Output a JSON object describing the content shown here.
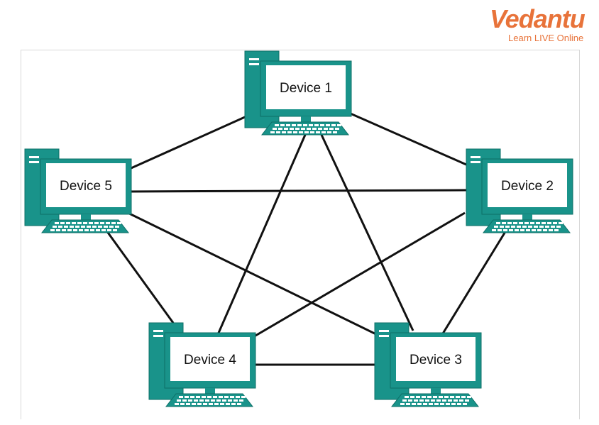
{
  "brand": {
    "name": "Vedantu",
    "tagline": "Learn LIVE Online",
    "color": "#e8733a"
  },
  "colors": {
    "computer": "#19938a",
    "computer_dark": "#0d6f67",
    "screen": "#ffffff",
    "link": "#111111"
  },
  "devices": [
    {
      "id": "d1",
      "label": "Device 1",
      "icon": "desktop-computer-icon"
    },
    {
      "id": "d2",
      "label": "Device 2",
      "icon": "desktop-computer-icon"
    },
    {
      "id": "d3",
      "label": "Device 3",
      "icon": "desktop-computer-icon"
    },
    {
      "id": "d4",
      "label": "Device 4",
      "icon": "desktop-computer-icon"
    },
    {
      "id": "d5",
      "label": "Device 5",
      "icon": "desktop-computer-icon"
    }
  ],
  "links": [
    [
      "d1",
      "d2"
    ],
    [
      "d1",
      "d3"
    ],
    [
      "d1",
      "d4"
    ],
    [
      "d1",
      "d5"
    ],
    [
      "d2",
      "d3"
    ],
    [
      "d2",
      "d4"
    ],
    [
      "d2",
      "d5"
    ],
    [
      "d3",
      "d4"
    ],
    [
      "d3",
      "d5"
    ],
    [
      "d4",
      "d5"
    ]
  ]
}
